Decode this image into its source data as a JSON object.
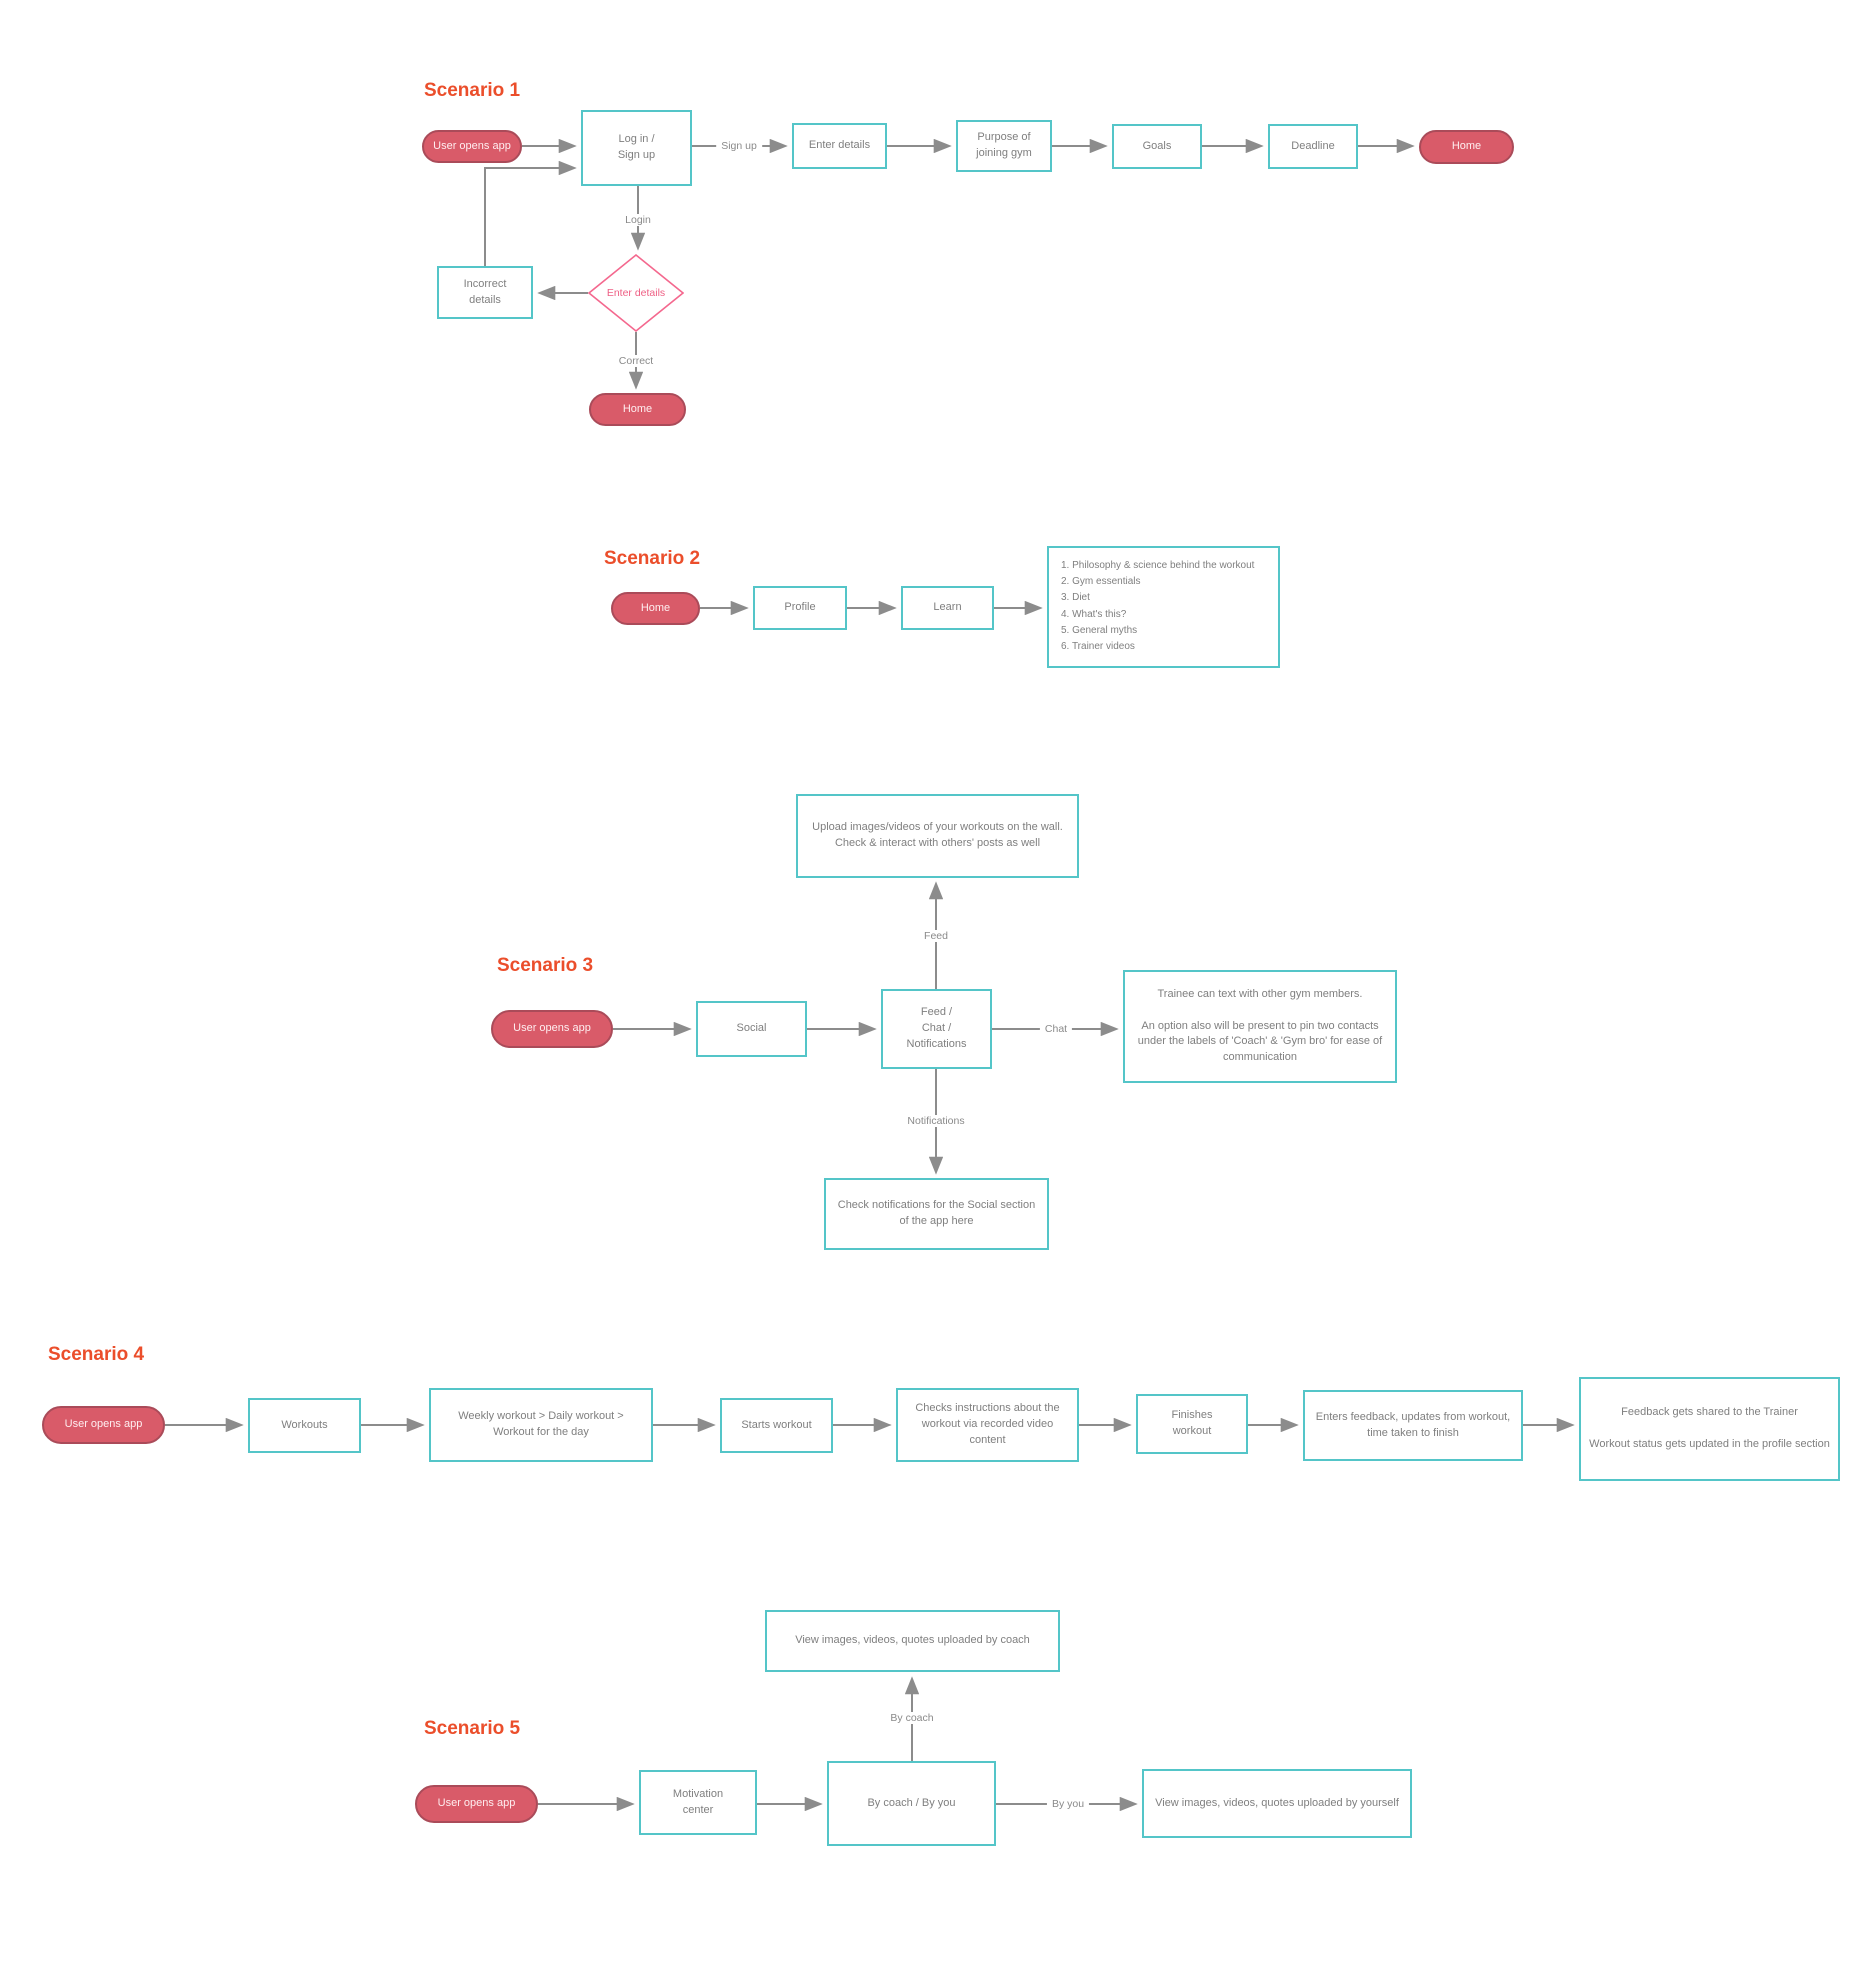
{
  "palette": {
    "pill_fill": "#d95b69",
    "pill_border": "#aa4b59",
    "box_border": "#54c5c8",
    "diamond_border": "#f4688e",
    "title_color": "#eb4e2b",
    "connector_color": "#8c8c8c",
    "text_color": "#7f7f7f"
  },
  "s1": {
    "title": "Scenario 1",
    "nodes": {
      "user_opens_app": "User opens app",
      "login_signup": "Log in /\nSign up",
      "enter_details": "Enter details",
      "purpose": "Purpose of\njoining gym",
      "goals": "Goals",
      "deadline": "Deadline",
      "home_top": "Home",
      "incorrect_details": "Incorrect\ndetails",
      "decision_enter_details": "Enter details",
      "home_bottom": "Home"
    },
    "edge_labels": {
      "sign_up": "Sign up",
      "login": "Login",
      "correct": "Correct"
    }
  },
  "s2": {
    "title": "Scenario 2",
    "nodes": {
      "home": "Home",
      "profile": "Profile",
      "learn": "Learn",
      "learn_items": [
        "1. Philosophy &  science behind the workout",
        "2. Gym essentials",
        "3. Diet",
        "4. What's this?",
        "5. General myths",
        "6. Trainer videos"
      ]
    }
  },
  "s3": {
    "title": "Scenario 3",
    "nodes": {
      "feed_info": "Upload images/videos of your workouts on the wall. Check & interact with others' posts as well",
      "user_opens_app": "User opens app",
      "social": "Social",
      "feed_chat_notifications": "Feed /\nChat /\nNotifications",
      "chat_info": "Trainee can text with other gym members.\n\nAn option also will be present to pin two contacts under the labels of 'Coach' & 'Gym bro' for ease of communication",
      "notifications_info": "Check notifications for the Social section of the app here"
    },
    "edge_labels": {
      "feed": "Feed",
      "chat": "Chat",
      "notifications": "Notifications"
    }
  },
  "s4": {
    "title": "Scenario 4",
    "nodes": {
      "user_opens_app": "User opens app",
      "workouts": "Workouts",
      "weekly_workout": "Weekly workout > Daily workout > Workout for the day",
      "starts_workout": "Starts workout",
      "checks_instructions": "Checks instructions about the workout via recorded video content",
      "finishes_workout": "Finishes\nworkout",
      "enters_feedback": "Enters feedback, updates from workout, time taken to finish",
      "feedback_shared": "Feedback gets shared to the Trainer\n\nWorkout status gets updated in the profile section"
    }
  },
  "s5": {
    "title": "Scenario 5",
    "nodes": {
      "view_by_coach": "View images, videos, quotes uploaded by coach",
      "user_opens_app": "User opens app",
      "motivation_center": "Motivation\ncenter",
      "by_coach_by_you": "By coach / By you",
      "view_by_yourself": "View images, videos, quotes uploaded by yourself"
    },
    "edge_labels": {
      "by_coach": "By coach",
      "by_you": "By you"
    }
  }
}
